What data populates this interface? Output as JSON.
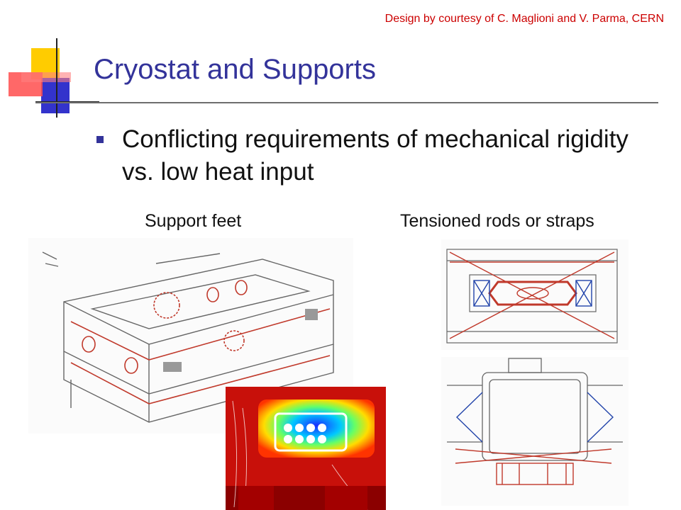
{
  "credit": "Design by courtesy of C. Maglioni and V. Parma, CERN",
  "title": "Cryostat and Supports",
  "bullet": "Conflicting requirements of mechanical rigidity vs. low heat input",
  "labels": {
    "left": "Support feet",
    "right": "Tensioned rods or straps"
  },
  "colors": {
    "title": "#33339a",
    "credit": "#cc0000",
    "deco_yellow": "#ffcc00",
    "deco_red": "#ff3333",
    "deco_blue": "#3333cc"
  },
  "images": {
    "support_feet_sketch": "pencil-sketch-support-feet",
    "tensioned_rods_cross_section": "pencil-sketch-rods-cross-section",
    "tensioned_straps_plan": "pencil-sketch-straps-plan",
    "thermal_simulation": "thermal-fem-plot"
  }
}
